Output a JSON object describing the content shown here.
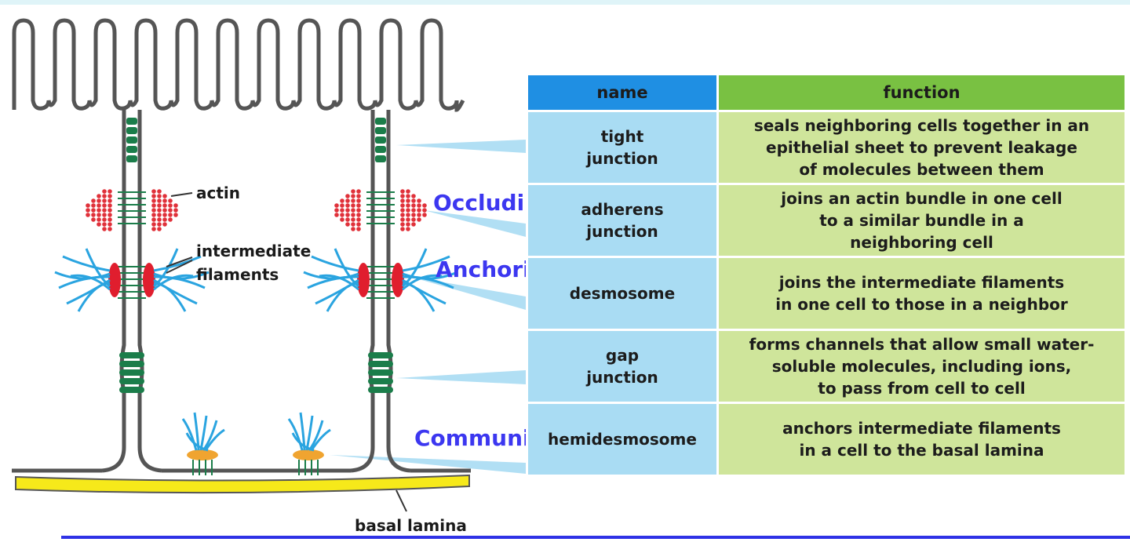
{
  "diagram": {
    "labels": {
      "actin": "actin",
      "intermediate_filaments": "intermediate\nfilaments",
      "basal_lamina": "basal lamina"
    },
    "categories": {
      "occluding": "Occluding",
      "anchoring": "Anchoring",
      "communicating": "Communicating"
    },
    "colors": {
      "membrane": "#555555",
      "junction_green": "#1b7d4a",
      "actin_red": "#e0313a",
      "filament_blue": "#2aa4e0",
      "plaque_red": "#e01e2e",
      "hemidesmosome_orange": "#f0a430",
      "basal_lamina_yellow": "#f6e91a",
      "category_text": "#3c37f0"
    }
  },
  "table": {
    "headers": {
      "name": "name",
      "function": "function"
    },
    "rows": [
      {
        "name": "tight\njunction",
        "function": "seals neighboring cells together in an\nepithelial sheet to prevent leakage\nof molecules between them"
      },
      {
        "name": "adherens\njunction",
        "function": "joins an actin bundle in one cell\nto a similar bundle in a\nneighboring cell"
      },
      {
        "name": "desmosome",
        "function": "joins the intermediate filaments\nin one cell to those in a neighbor"
      },
      {
        "name": "gap\njunction",
        "function": "forms channels that allow small water-\nsoluble molecules, including ions,\nto pass from cell to cell"
      },
      {
        "name": "hemidesmosome",
        "function": "anchors intermediate filaments\nin a cell to the basal lamina"
      }
    ]
  }
}
